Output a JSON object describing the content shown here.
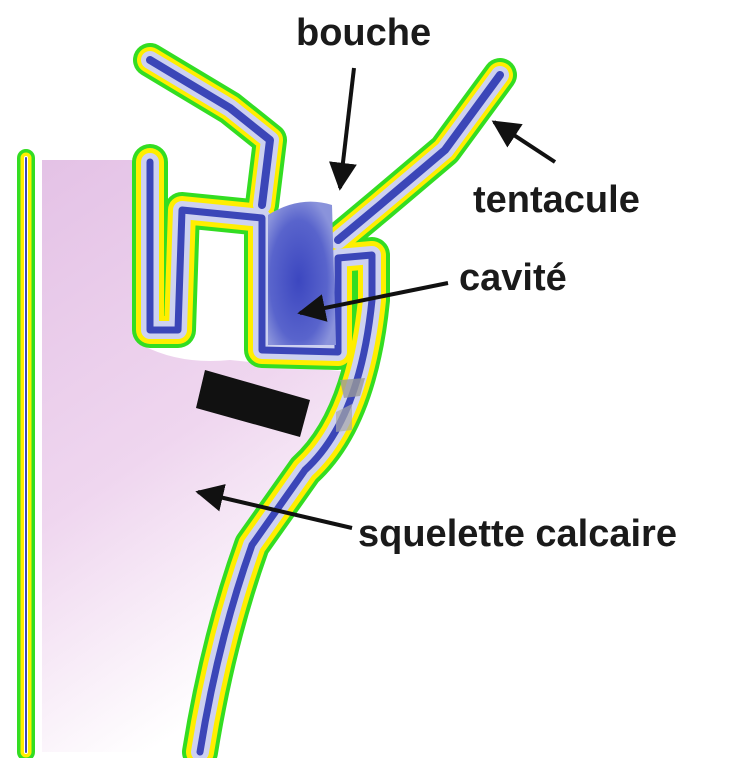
{
  "labels": {
    "mouth": "bouche",
    "tentacle": "tentacule",
    "cavity": "cavité",
    "skeleton": "squelette calcaire"
  },
  "colors": {
    "outer_outline": "#33dd22",
    "inner_outline": "#ffee00",
    "tissue": "#3b46b8",
    "cavity": "#4a56c8",
    "skeleton_fill": "#e9c8e8",
    "label": "#1a1a1a",
    "block": "#111111"
  }
}
